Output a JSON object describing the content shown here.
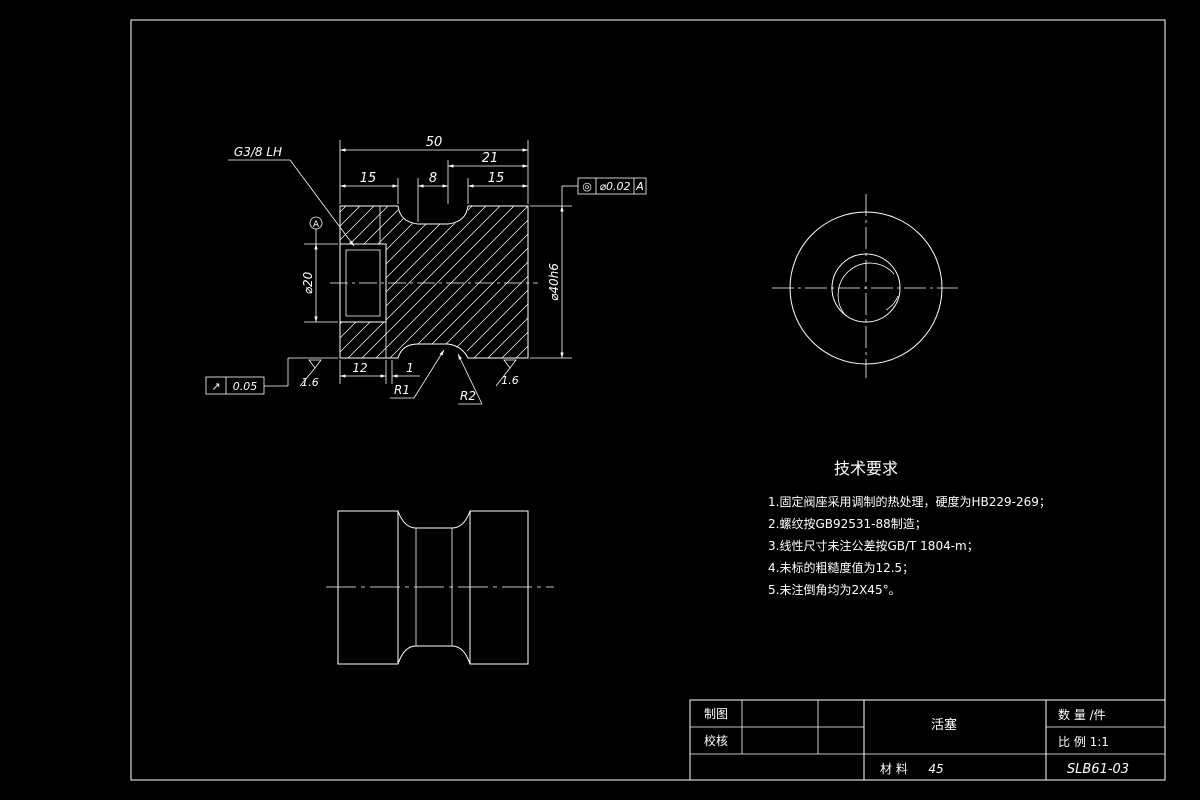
{
  "front_view": {
    "thread": "G3/8 LH",
    "dim_total": "50",
    "dim_right": "21",
    "dim_left": "15",
    "dim_groove": "8",
    "dim_right_inner": "15",
    "bore_dia": "⌀20",
    "outer_dia": "⌀40h6",
    "dim_bottom": "12",
    "dim_one": "1",
    "radius_1": "R1",
    "radius_2": "R2",
    "rough_left": "1.6",
    "rough_right": "1.6",
    "datum": "A",
    "concentricity": {
      "symbol": "◎",
      "value": "⌀0.02",
      "datum": "A"
    },
    "runout": {
      "symbol": "↗",
      "value": "0.05"
    }
  },
  "tech_requirements": {
    "title": "技术要求",
    "items": [
      "1.固定阀座采用调制的热处理，硬度为HB229-269；",
      "2.螺纹按GB92531-88制造；",
      "3.线性尺寸未注公差按GB/T 1804-m；",
      "4.未标的粗糙度值为12.5；",
      "5.未注倒角均为2X45°。"
    ]
  },
  "title_block": {
    "drawn_by": "制图",
    "checked_by": "校核",
    "part_name": "活塞",
    "quantity": "数 量  /件",
    "scale": "比 例  1:1",
    "material_label": "材 料",
    "material": "45",
    "drawing_no": "SLB61-03"
  }
}
